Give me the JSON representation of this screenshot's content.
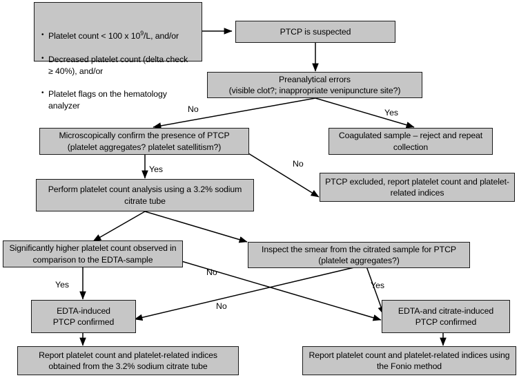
{
  "diagram": {
    "title": "PTCP diagnostic workflow flowchart",
    "colors": {
      "node_fill": "#c6c6c6",
      "node_border": "#1a1a1a",
      "edge": "#000000",
      "background": "#ffffff"
    },
    "criteria_box": {
      "bullets": [
        "Platelet count < 100 x 10⁹/L, and/or",
        "Decreased platelet count (delta check ≥ 40%), and/or",
        "Platelet flags on the hematology analyzer"
      ]
    },
    "nodes": [
      {
        "id": "suspected",
        "text": "PTCP is suspected"
      },
      {
        "id": "preanalytical",
        "text": "Preanalytical errors\n(visible clot?; inappropriate venipuncture site?)"
      },
      {
        "id": "microscopy",
        "text": "Microscopically confirm the presence of PTCP\n(platelet aggregates? platelet satellitism?)"
      },
      {
        "id": "coagulated",
        "text": "Coagulated sample – reject and repeat collection"
      },
      {
        "id": "excluded",
        "text": "PTCP excluded, report platelet count and platelet-related indices"
      },
      {
        "id": "citrate_tube",
        "text": "Perform platelet count analysis using a 3.2% sodium citrate tube"
      },
      {
        "id": "higher_count",
        "text": "Significantly higher platelet count observed in comparison to the EDTA-sample"
      },
      {
        "id": "inspect_smear",
        "text": "Inspect the smear from the citrated sample for PTCP\n(platelet aggregates?)"
      },
      {
        "id": "edta_induced",
        "text": "EDTA-induced\nPTCP confirmed"
      },
      {
        "id": "edta_citrate_induced",
        "text": "EDTA-and citrate-induced\nPTCP confirmed"
      },
      {
        "id": "report_citrate",
        "text": "Report platelet count and platelet-related indices obtained from the 3.2% sodium citrate tube"
      },
      {
        "id": "report_fonio",
        "text": "Report platelet count and platelet-related indices using the Fonio method"
      }
    ],
    "edge_labels": [
      {
        "id": "pre_no",
        "text": "No"
      },
      {
        "id": "pre_yes",
        "text": "Yes"
      },
      {
        "id": "micro_yes",
        "text": "Yes"
      },
      {
        "id": "micro_no",
        "text": "No"
      },
      {
        "id": "higher_yes",
        "text": "Yes"
      },
      {
        "id": "higher_no",
        "text": "No"
      },
      {
        "id": "smear_yes",
        "text": "Yes"
      },
      {
        "id": "smear_no",
        "text": "No"
      }
    ]
  }
}
